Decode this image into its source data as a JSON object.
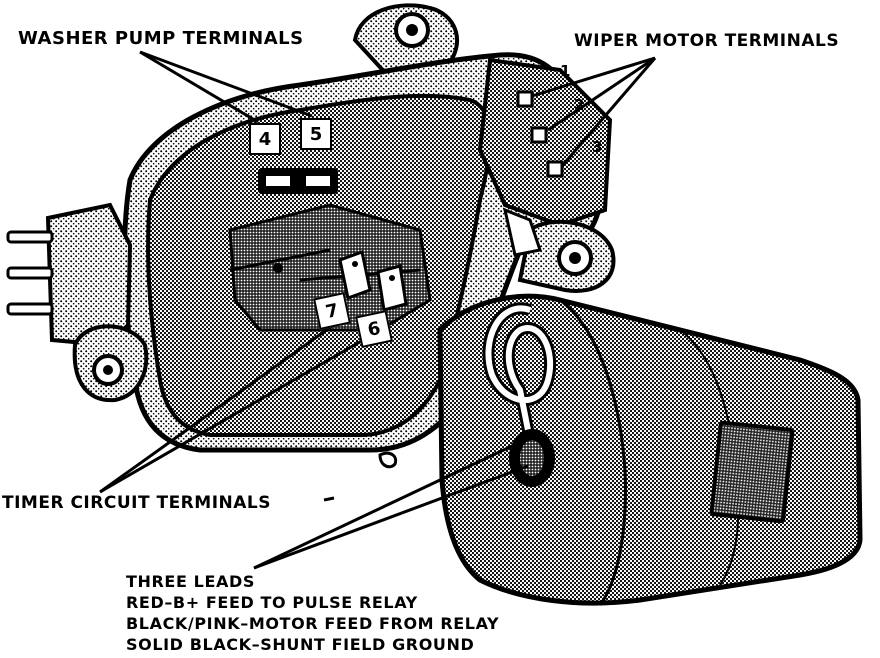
{
  "labels": {
    "washer_pump": "WASHER  PUMP  TERMINALS",
    "wiper_motor": "WIPER MOTOR TERMINALS",
    "timer_circuit": "TIMER CIRCUIT TERMINALS"
  },
  "three_leads": {
    "title": "THREE LEADS",
    "lines": [
      "RED–B+ FEED TO PULSE RELAY",
      "BLACK/PINK–MOTOR FEED FROM RELAY",
      "SOLID BLACK–SHUNT FIELD GROUND"
    ]
  },
  "terminals": {
    "t4": "4",
    "t5": "5",
    "t6": "6",
    "t7": "7",
    "w1": "1",
    "w2": "2",
    "w3": "3"
  },
  "colors": {
    "ink": "#000000",
    "paper": "#ffffff"
  }
}
